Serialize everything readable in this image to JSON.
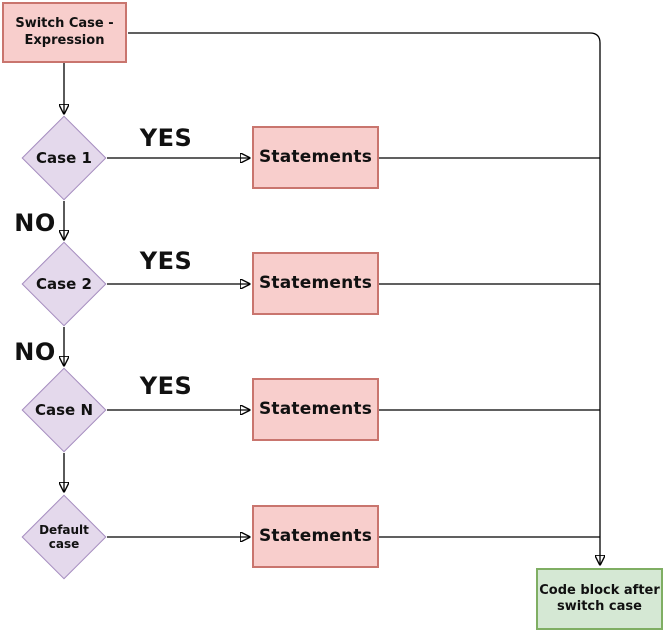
{
  "diagram": {
    "start": {
      "label": "Switch Case -\nExpression"
    },
    "rows": [
      {
        "case_label": "Case 1",
        "yes_label": "YES",
        "no_label": "NO",
        "statement_label": "Statements"
      },
      {
        "case_label": "Case 2",
        "yes_label": "YES",
        "no_label": "NO",
        "statement_label": "Statements"
      },
      {
        "case_label": "Case N",
        "yes_label": "YES",
        "statement_label": "Statements"
      },
      {
        "case_label": "Default\ncase",
        "statement_label": "Statements"
      }
    ],
    "end": {
      "label": "Code block after\nswitch case"
    },
    "colors": {
      "process_fill": "#f8cecc",
      "process_border": "#c9756e",
      "decision_fill": "#e4d9ec",
      "decision_border": "#a48cbf",
      "terminal_fill": "#d5e8d4",
      "terminal_border": "#7fae63",
      "line": "#000000"
    }
  }
}
